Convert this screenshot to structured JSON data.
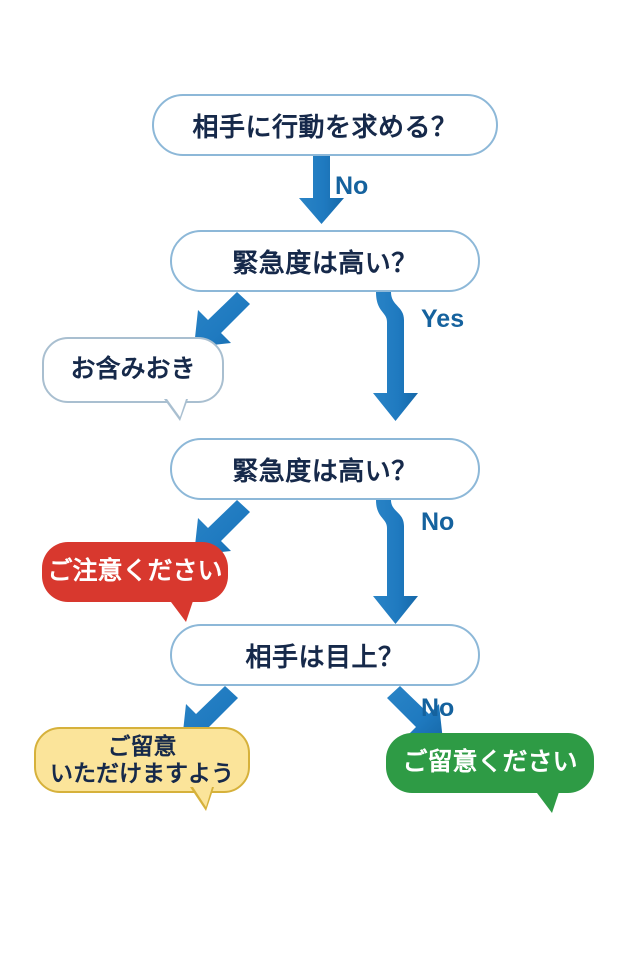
{
  "diagram": {
    "type": "flowchart",
    "title": "",
    "background_color": "#ffffff",
    "palette": {
      "node_border": "#8db8d8",
      "node_fill": "#ffffff",
      "node_text": "#16294a",
      "arrow": "#1f7ac0",
      "edge_label_text": "#15629e",
      "bubble_white_fill": "#ffffff",
      "bubble_white_border": "#a9bfd0",
      "bubble_red_fill": "#d8382e",
      "bubble_yellow_fill": "#fbe49a",
      "bubble_yellow_border": "#d6b13b",
      "bubble_green_fill": "#2e9b45"
    }
  },
  "nodes": [
    {
      "id": "q1",
      "label": "相手に行動を求める？"
    },
    {
      "id": "q2",
      "label": "緊急度は高い？"
    },
    {
      "id": "q3",
      "label": "緊急度は高い？"
    },
    {
      "id": "q4",
      "label": "相手は目上？"
    }
  ],
  "outcomes": [
    {
      "id": "o1",
      "label": "お含みおき",
      "style": "white"
    },
    {
      "id": "o2",
      "label": "ご注意ください",
      "style": "red"
    },
    {
      "id": "o3",
      "label": "ご留意\nいただけますよう",
      "style": "yellow"
    },
    {
      "id": "o4",
      "label": "ご留意ください",
      "style": "green"
    }
  ],
  "edges": [
    {
      "from": "q1",
      "to": "q2",
      "label": "No"
    },
    {
      "from": "q2",
      "to": "o1",
      "label": ""
    },
    {
      "from": "q2",
      "to": "q3",
      "label": "Yes"
    },
    {
      "from": "q3",
      "to": "o2",
      "label": ""
    },
    {
      "from": "q3",
      "to": "q4",
      "label": "No"
    },
    {
      "from": "q4",
      "to": "o3",
      "label": ""
    },
    {
      "from": "q4",
      "to": "o4",
      "label": "No"
    }
  ],
  "edge_labels": {
    "q1_to_q2": "No",
    "q2_to_q3": "Yes",
    "q3_to_q4": "No",
    "q4_to_o4": "No"
  }
}
